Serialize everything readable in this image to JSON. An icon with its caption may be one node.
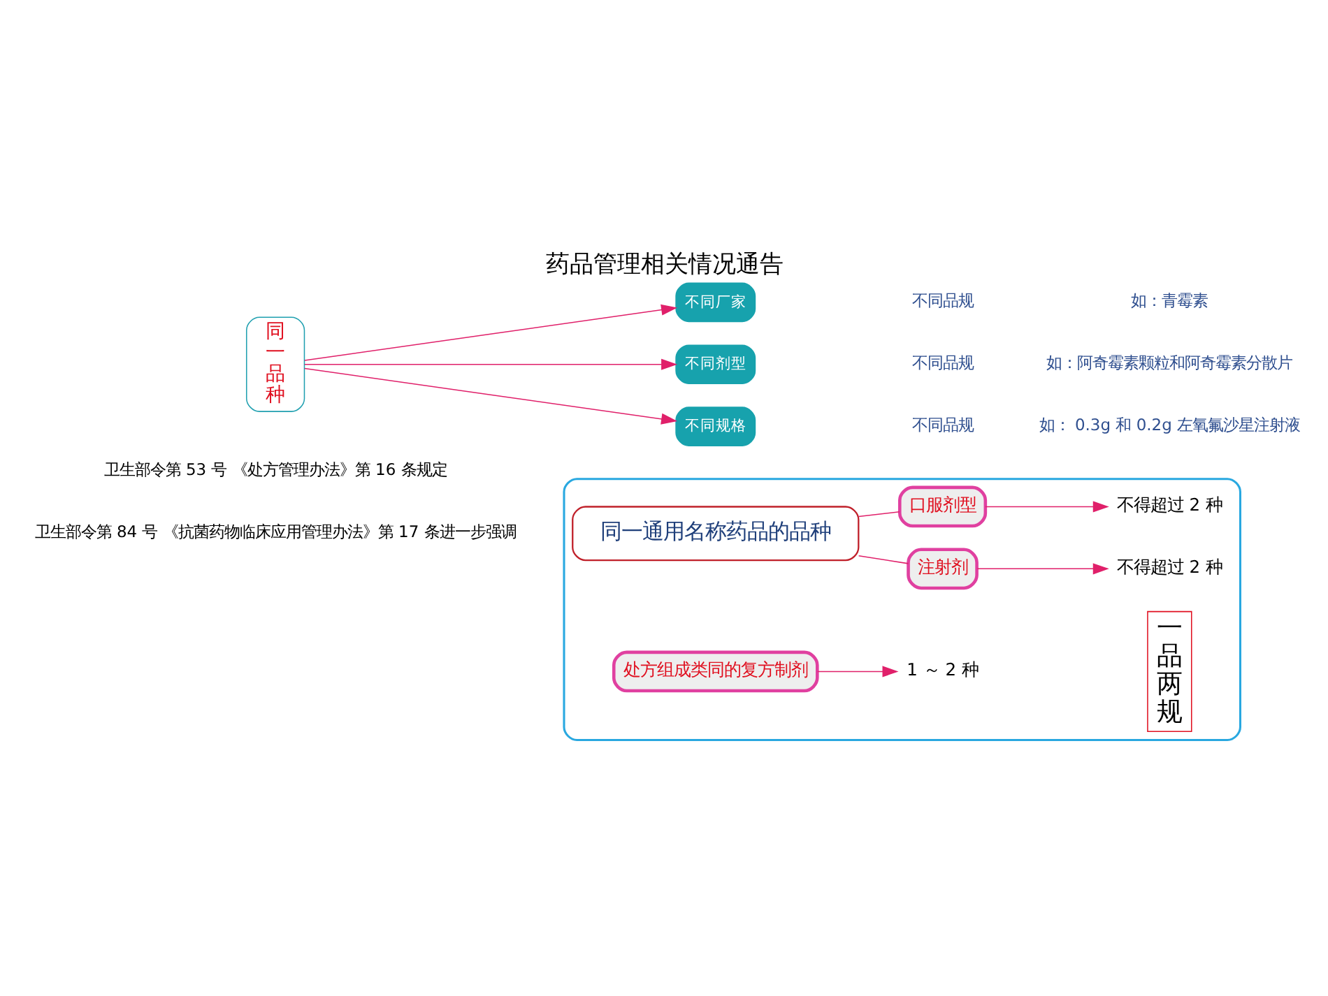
{
  "diagram": {
    "title": "药品管理相关情况通告",
    "nodes": [
      {
        "text": [],
        "shape": "box"
      },
      {
        "text": [
          "同一通用名称药品的品种"
        ],
        "in": 0
      },
      {
        "text": [
          "注射剂"
        ],
        "in": 0
      },
      {
        "text": [
          "口服剂型"
        ],
        "in": 0
      },
      {
        "text": [
          "处方组成类同的复方制剂"
        ],
        "in": 0
      },
      {
        "text": [
          "不得超过 2 种"
        ],
        "in": 0
      },
      {
        "text": [
          "不得超过 2 种"
        ],
        "in": 0
      },
      {
        "text": [
          "1 ～ 2 种"
        ],
        "in": 0
      },
      {
        "text": [
          "一品两规"
        ],
        "in": 0
      },
      {
        "text": [
          "同一品种"
        ]
      },
      {
        "text": [
          "不同厂家"
        ]
      },
      {
        "text": [
          "不同剂型"
        ]
      },
      {
        "text": [
          "不同规格"
        ]
      }
    ],
    "edges": [
      {
        "from": 1,
        "to": 2,
        "arrow": "none"
      },
      {
        "from": 1,
        "to": 3,
        "arrow": "none"
      },
      {
        "from": 2,
        "to": 5,
        "arrow": "to"
      },
      {
        "from": 3,
        "to": 6,
        "arrow": "to"
      },
      {
        "from": 4,
        "to": 7,
        "arrow": "to"
      },
      {
        "from": 9,
        "to": 10,
        "arrow": "to"
      },
      {
        "from": 9,
        "to": 11,
        "arrow": "to"
      },
      {
        "from": 9,
        "to": 12,
        "arrow": "to"
      }
    ],
    "labels": [
      "卫生部令第 53 号 《处方管理办法》第 16 条规定",
      "卫生部令第 84 号 《抗菌药物临床应用管理办法》第 17 条进一步强调",
      "不同品规",
      "如：青霉素",
      "不同品规",
      "如：阿奇霉素颗粒和阿奇霉素分散片",
      "不同品规",
      "如： 0.3g 和 0.2g 左氧氟沙星注射液"
    ]
  }
}
